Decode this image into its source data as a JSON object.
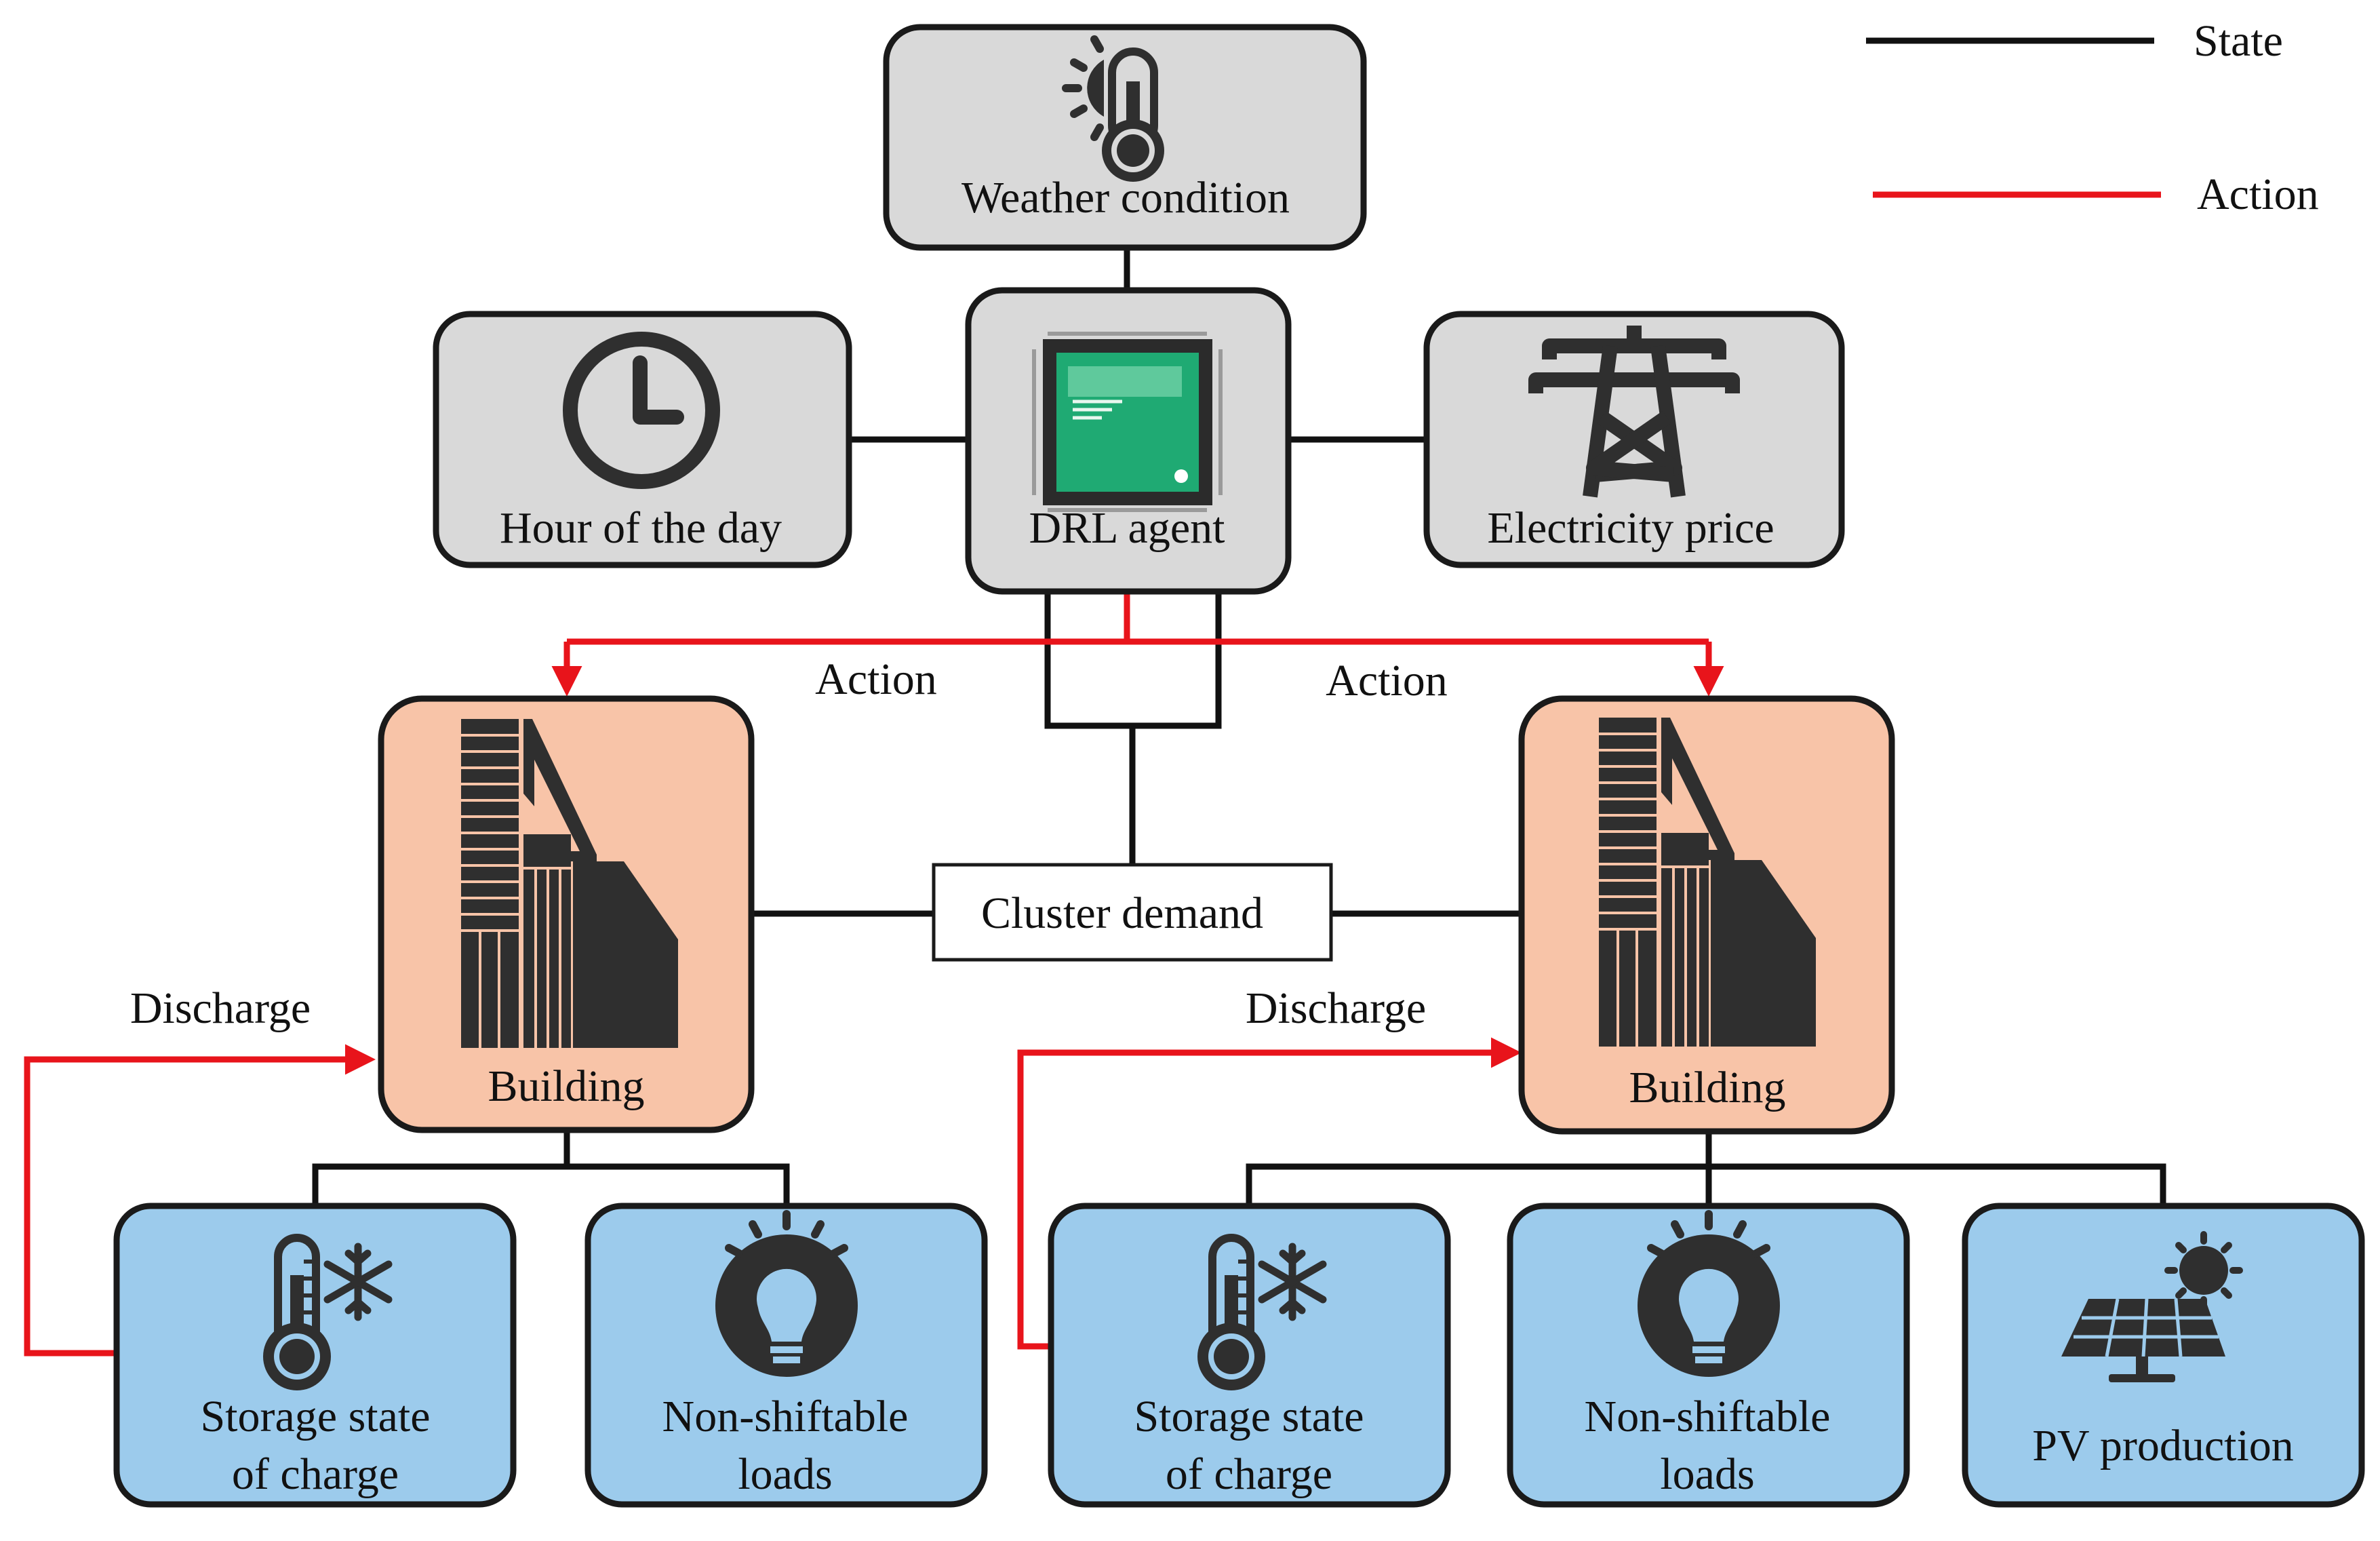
{
  "legend": {
    "state_label": "State",
    "action_label": "Action"
  },
  "colors": {
    "state_line": "#111111",
    "action_line": "#e8141b",
    "grey_box": "#d9d9d9",
    "building_box": "#f8c4a8",
    "component_box": "#9ccbec",
    "chip": "#1faa73",
    "icon": "#2f2f2f",
    "border": "#1a1a1a"
  },
  "nodes": {
    "weather": {
      "label": "Weather condition",
      "icon": "weather-thermometer-sun-icon"
    },
    "hour": {
      "label": "Hour of the day",
      "icon": "clock-icon"
    },
    "agent": {
      "label": "DRL agent",
      "icon": "processor-chip-icon"
    },
    "price": {
      "label": "Electricity price",
      "icon": "power-pylon-icon"
    },
    "cluster": {
      "label": "Cluster demand"
    },
    "building_left": {
      "label": "Building",
      "icon": "building-icon"
    },
    "building_right": {
      "label": "Building",
      "icon": "building-icon"
    },
    "storage_left": {
      "label_line1": "Storage state",
      "label_line2": "of charge",
      "icon": "thermometer-snowflake-icon"
    },
    "loads_left": {
      "label_line1": "Non-shiftable",
      "label_line2": "loads",
      "icon": "light-bulb-icon"
    },
    "storage_right": {
      "label_line1": "Storage state",
      "label_line2": "of charge",
      "icon": "thermometer-snowflake-icon"
    },
    "loads_right": {
      "label_line1": "Non-shiftable",
      "label_line2": "loads",
      "icon": "light-bulb-icon"
    },
    "pv": {
      "label": "PV production",
      "icon": "solar-panel-sun-icon"
    }
  },
  "edge_labels": {
    "action_left": "Action",
    "action_right": "Action",
    "discharge_left": "Discharge",
    "discharge_right": "Discharge"
  }
}
